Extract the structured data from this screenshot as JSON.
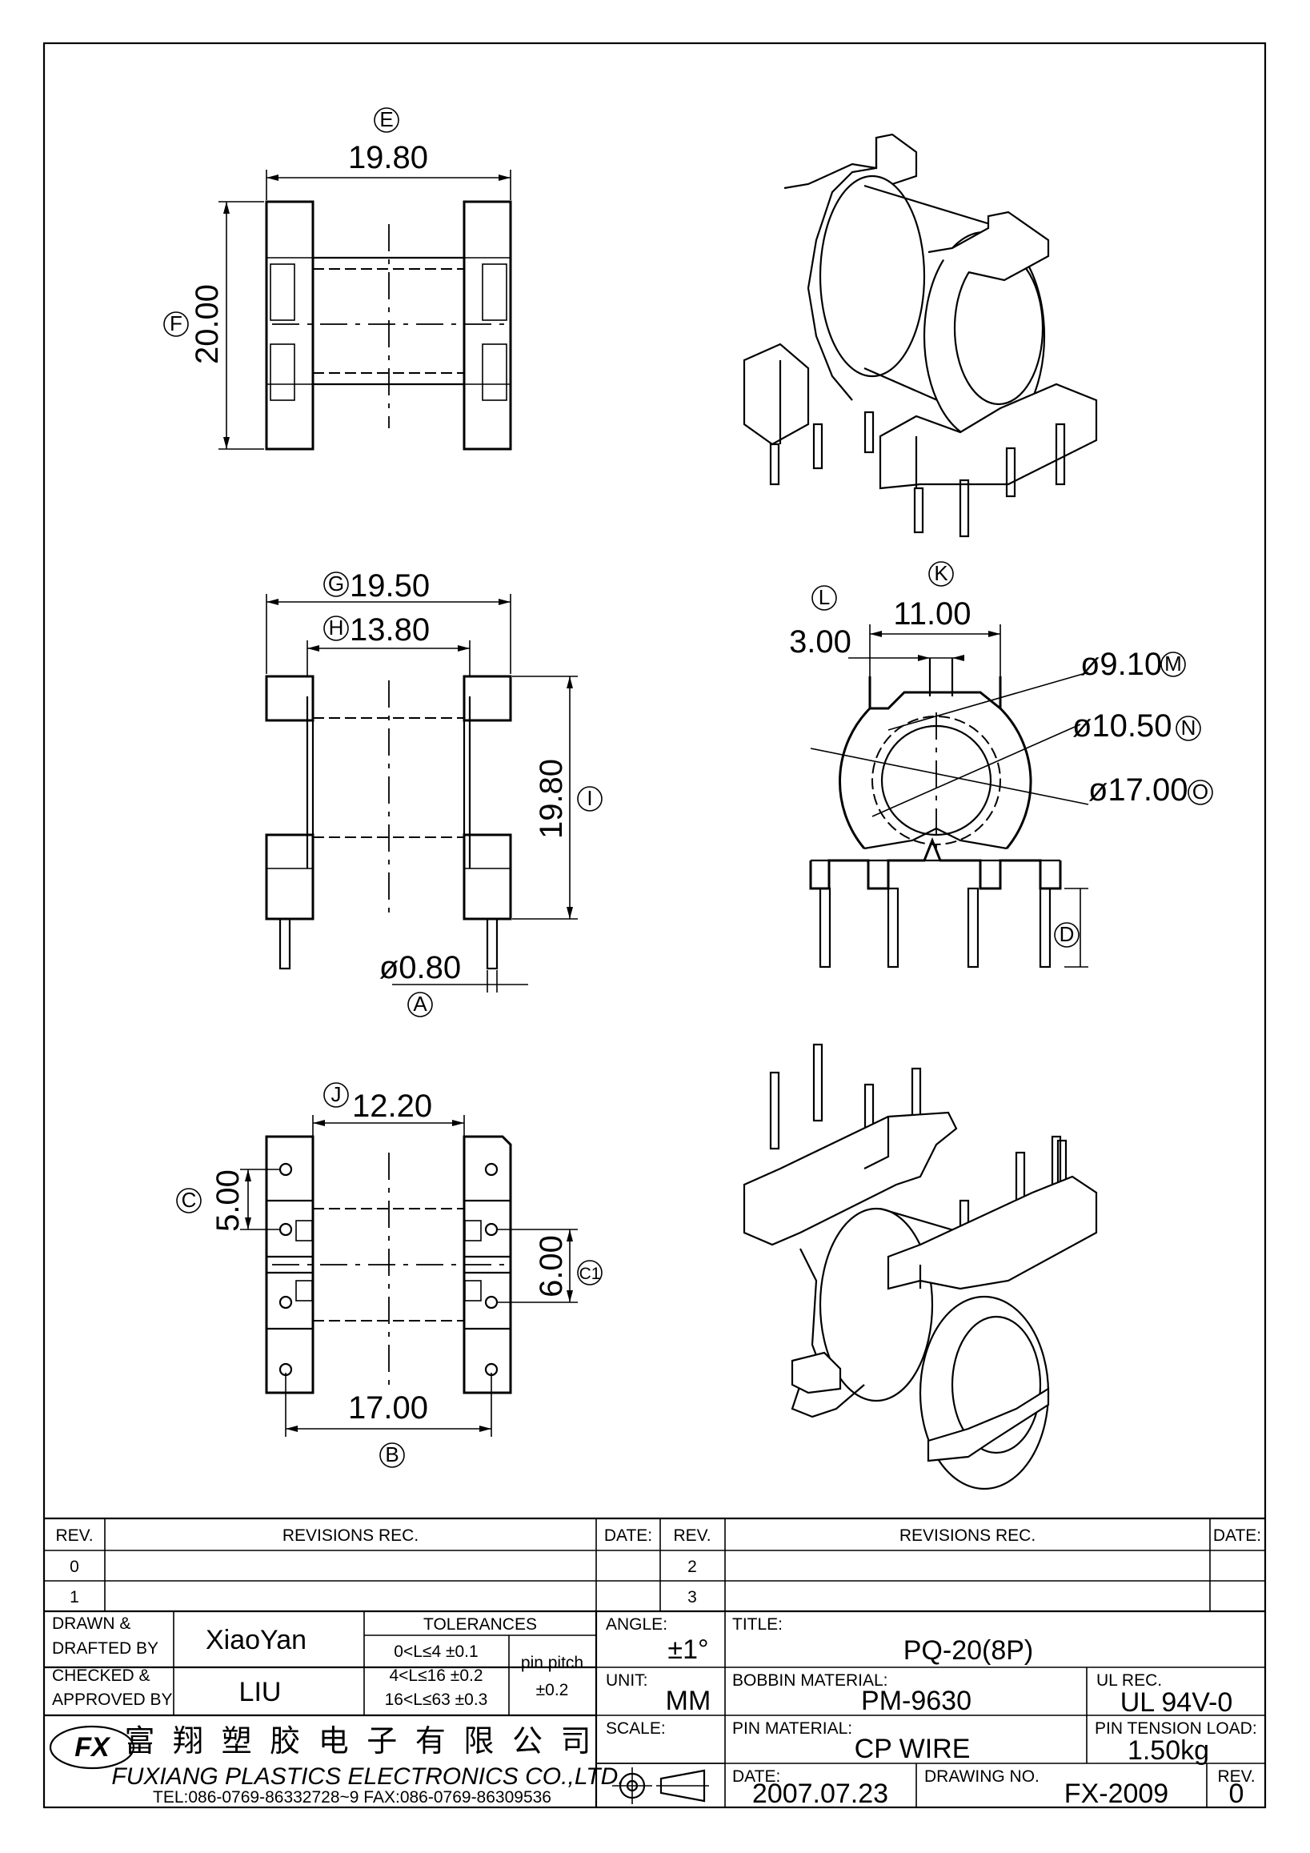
{
  "dimensions": {
    "E": {
      "tag": "E",
      "value": "19.80"
    },
    "F": {
      "tag": "F",
      "value": "20.00"
    },
    "G": {
      "tag": "G",
      "value": "19.50"
    },
    "H": {
      "tag": "H",
      "value": "13.80"
    },
    "I": {
      "tag": "I",
      "value": "19.80"
    },
    "A": {
      "tag": "A",
      "value": "ø0.80"
    },
    "K": {
      "tag": "K",
      "value": "11.00"
    },
    "L": {
      "tag": "L",
      "value": "3.00"
    },
    "M": {
      "tag": "M",
      "value": "ø9.10"
    },
    "N": {
      "tag": "N",
      "value": "ø10.50"
    },
    "O": {
      "tag": "O",
      "value": "ø17.00"
    },
    "D": {
      "tag": "D",
      "value": ""
    },
    "J": {
      "tag": "J",
      "value": "12.20"
    },
    "C": {
      "tag": "C",
      "value": "5.00"
    },
    "C1": {
      "tag": "C1",
      "value": "6.00"
    },
    "B": {
      "tag": "B",
      "value": "17.00"
    }
  },
  "revisions": {
    "header": {
      "rev": "REV.",
      "rec": "REVISIONS   REC.",
      "date": "DATE:"
    },
    "rows_left": [
      "0",
      "1"
    ],
    "rows_right": [
      "2",
      "3"
    ]
  },
  "title_block": {
    "drawn_label": "DRAWN &\nDRAFTED BY",
    "drawn_value": "XiaoYan",
    "checked_label": "CHECKED &\nAPPROVED BY",
    "checked_value": "LIU",
    "tolerances_label": "TOLERANCES",
    "tol_rows": [
      "0<L≤4    ±0.1",
      "4<L≤16  ±0.2",
      "16<L≤63  ±0.3"
    ],
    "pin_pitch_label": "pin pitch",
    "pin_pitch_value": "±0.2",
    "angle_label": "ANGLE:",
    "angle_value": "±1°",
    "unit_label": "UNIT:",
    "unit_value": "MM",
    "scale_label": "SCALE:",
    "title_label": "TITLE:",
    "title_value": "PQ-20(8P)",
    "bobbin_label": "BOBBIN MATERIAL:",
    "bobbin_value": "PM-9630",
    "ul_label": "UL REC.",
    "ul_value": "UL 94V-0",
    "pin_material_label": "PIN MATERIAL:",
    "pin_material_value": "CP WIRE",
    "pin_tension_label": "PIN TENSION LOAD:",
    "pin_tension_value": "1.50kg",
    "date_label": "DATE:",
    "date_value": "2007.07.23",
    "drawing_no_label": "DRAWING NO.",
    "drawing_no_value": "FX-2009",
    "rev_label": "REV.",
    "rev_value": "0",
    "company_cn": "富 翔 塑 胶 电 子 有 限 公 司",
    "company_en": "FUXIANG PLASTICS ELECTRONICS CO.,LTD.",
    "contact": "TEL:086-0769-86332728~9  FAX:086-0769-86309536",
    "logo_text": "FX"
  }
}
